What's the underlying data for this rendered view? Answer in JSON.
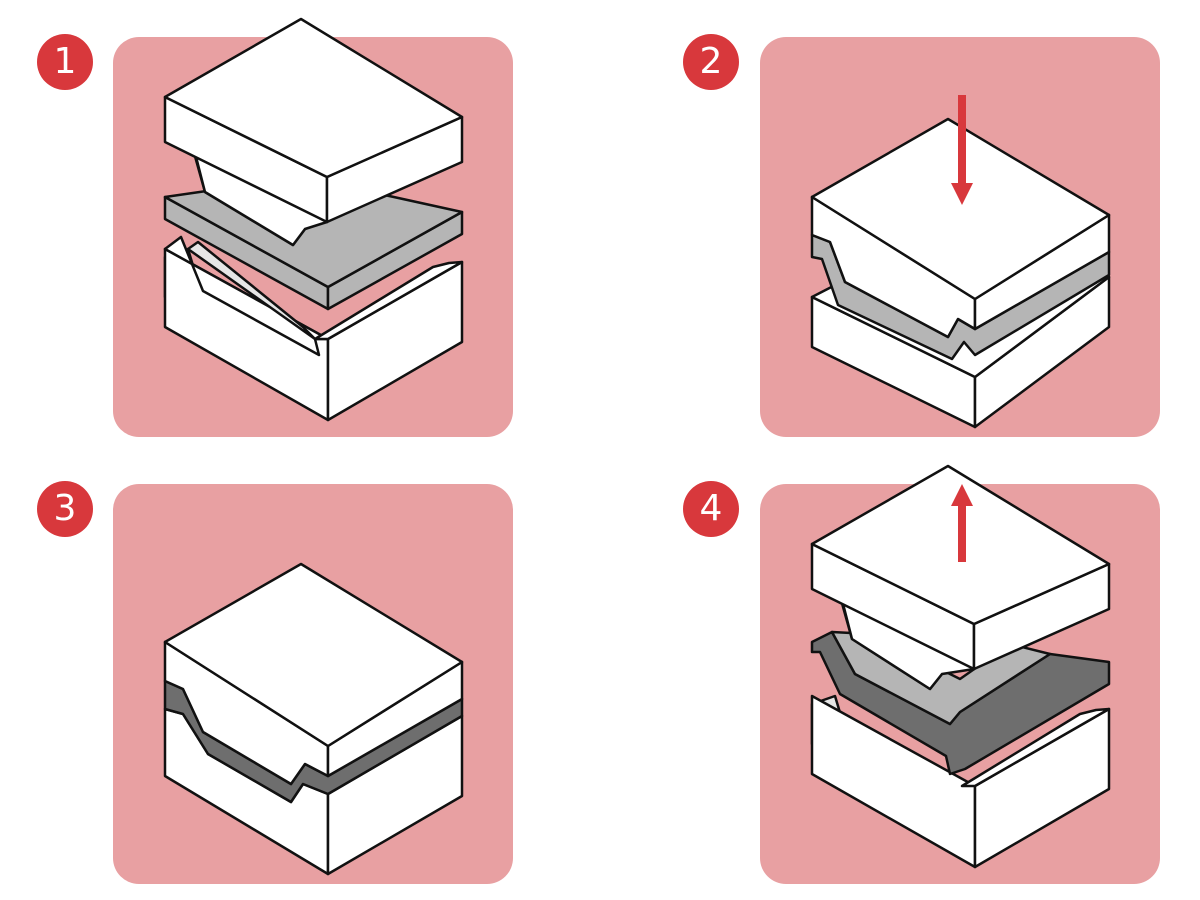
{
  "colors": {
    "panel_background": "#e8a0a2",
    "badge_fill": "#d8383c",
    "badge_text": "#ffffff",
    "arrow": "#d8383c",
    "mold_face": "#ffffff",
    "mold_cavity": "#e6e6e6",
    "sheet_soft": "#b5b5b5",
    "sheet_formed": "#6e6e6e",
    "outline": "#111111"
  },
  "steps": [
    {
      "number": "1",
      "icon": "mold-open-sheet-between-icon"
    },
    {
      "number": "2",
      "icon": "mold-pressing-down-arrow-icon"
    },
    {
      "number": "3",
      "icon": "mold-closed-sheet-formed-icon"
    },
    {
      "number": "4",
      "icon": "mold-lifting-up-arrow-icon"
    }
  ]
}
